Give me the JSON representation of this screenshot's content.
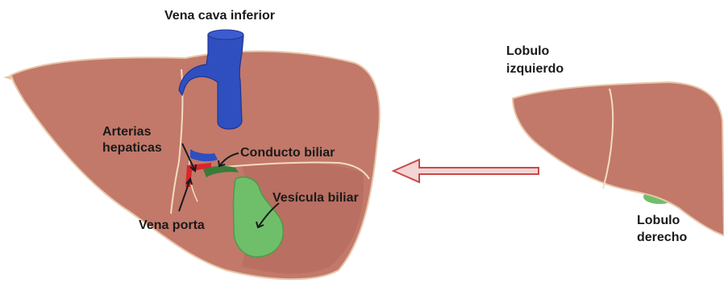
{
  "labels": {
    "vena_cava": "Vena cava inferior",
    "arterias_line1": "Arterias",
    "arterias_line2": "hepaticas",
    "conducto": "Conducto biliar",
    "vesicula": "Vesícula biliar",
    "vena_porta": "Vena porta",
    "lobulo_izq_line1": "Lobulo",
    "lobulo_izq_line2": "izquierdo",
    "lobulo_der_line1": "Lobulo",
    "lobulo_der_line2": "derecho"
  },
  "colors": {
    "liver": "#c2796a",
    "liver_dark": "#a9604f",
    "liver_outline": "#f3dcc4",
    "vena_cava": "#2f4fc0",
    "gallbladder": "#6fbf6a",
    "artery": "#d8262c",
    "duct": "#3c7a3a",
    "arrow": "#c84a4a"
  }
}
